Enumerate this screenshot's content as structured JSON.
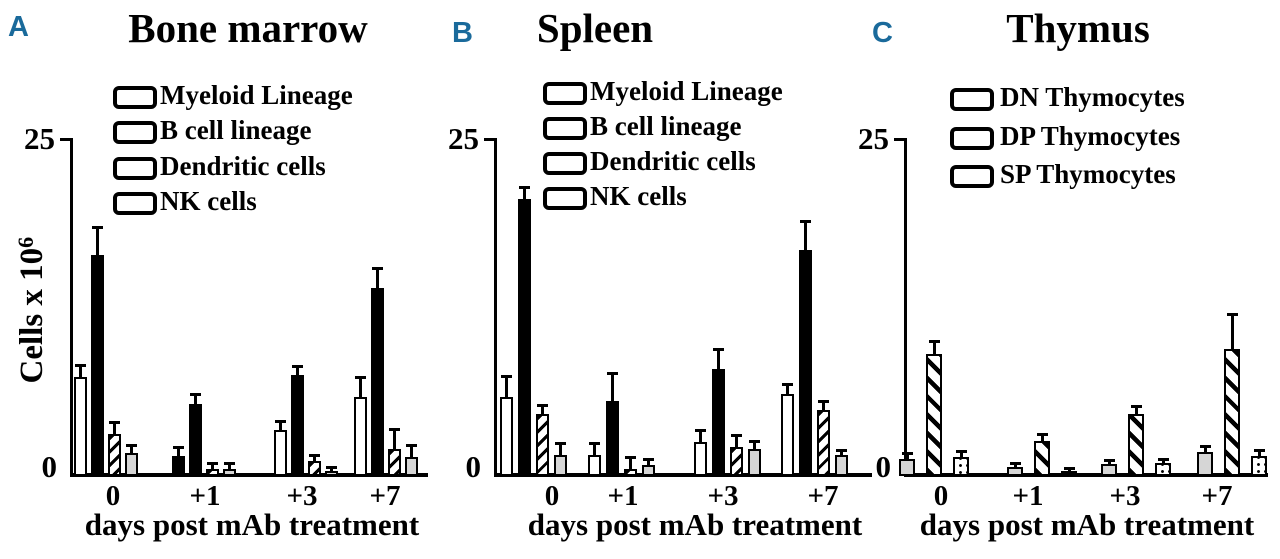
{
  "figure": {
    "background": "#ffffff",
    "panel_letter_color": "#1a6a9b",
    "fill_overrides": [
      {
        "panel": 0,
        "series": 0,
        "index": 1,
        "fill": "black"
      },
      {
        "panel": 2,
        "series": 2,
        "index": 1,
        "fill": "black"
      }
    ]
  },
  "chart_data": [
    {
      "type": "bar",
      "letter": "A",
      "title": "Bone marrow",
      "ylabel": {
        "base": "Cells x 10",
        "sup": "6"
      },
      "ylim": [
        0,
        25
      ],
      "yticks": [
        "25",
        "0"
      ],
      "grid": false,
      "legend_position": "top-inside",
      "xlabel": "days post mAb treatment",
      "categories": [
        "0",
        "+1",
        "+3",
        "+7"
      ],
      "series": [
        {
          "name": "Myeloid Lineage",
          "pattern": "white",
          "values": [
            7.4,
            1.5,
            3.4,
            5.9
          ],
          "errors": [
            0.8,
            0.6,
            0.6,
            1.4
          ]
        },
        {
          "name": "B cell lineage",
          "pattern": "black",
          "values": [
            16.5,
            5.4,
            7.5,
            14.0
          ],
          "errors": [
            2.0,
            0.7,
            0.6,
            1.4
          ]
        },
        {
          "name": "Dendritic cells",
          "pattern": "hatch-fwd",
          "values": [
            3.1,
            0.5,
            1.1,
            2.0
          ],
          "errors": [
            0.8,
            0.4,
            0.4,
            1.4
          ]
        },
        {
          "name": "NK cells",
          "pattern": "gray",
          "values": [
            1.7,
            0.5,
            0.4,
            1.4
          ],
          "errors": [
            0.5,
            0.4,
            0.2,
            0.8
          ]
        }
      ]
    },
    {
      "type": "bar",
      "letter": "B",
      "title": "Spleen",
      "ylim": [
        0,
        25
      ],
      "yticks": [
        "25",
        "0"
      ],
      "grid": false,
      "legend_position": "top-inside",
      "xlabel": "days post mAb treatment",
      "categories": [
        "0",
        "+1",
        "+3",
        "+7"
      ],
      "series": [
        {
          "name": "Myeloid Lineage",
          "pattern": "white",
          "values": [
            5.9,
            1.6,
            2.5,
            6.1
          ],
          "errors": [
            1.5,
            0.8,
            0.8,
            0.7
          ]
        },
        {
          "name": "B cell lineage",
          "pattern": "black",
          "values": [
            20.7,
            5.6,
            8.0,
            16.9
          ],
          "errors": [
            0.8,
            2.0,
            1.4,
            2.1
          ]
        },
        {
          "name": "Dendritic cells",
          "pattern": "hatch-fwd",
          "values": [
            4.6,
            0.5,
            2.2,
            4.9
          ],
          "errors": [
            0.6,
            0.8,
            0.8,
            0.6
          ]
        },
        {
          "name": "NK cells",
          "pattern": "gray",
          "values": [
            1.6,
            0.8,
            2.0,
            1.6
          ],
          "errors": [
            0.8,
            0.4,
            0.5,
            0.3
          ]
        }
      ]
    },
    {
      "type": "bar",
      "letter": "C",
      "title": "Thymus",
      "ylim": [
        0,
        25
      ],
      "yticks": [
        "25",
        "0"
      ],
      "grid": false,
      "legend_position": "top-inside",
      "xlabel": "days post mAb treatment",
      "categories": [
        "0",
        "+1",
        "+3",
        "+7"
      ],
      "series": [
        {
          "name": "DN Thymocytes",
          "pattern": "gray",
          "values": [
            1.3,
            0.7,
            0.9,
            1.8
          ],
          "errors": [
            0.4,
            0.25,
            0.25,
            0.4
          ]
        },
        {
          "name": "DP Thymocytes",
          "pattern": "hatch-back",
          "values": [
            9.1,
            2.6,
            4.6,
            9.5
          ],
          "errors": [
            0.9,
            0.45,
            0.5,
            2.5
          ]
        },
        {
          "name": "SP Thymocytes",
          "pattern": "dots",
          "values": [
            1.4,
            0.4,
            1.0,
            1.5
          ],
          "errors": [
            0.35,
            0.15,
            0.25,
            0.35
          ]
        }
      ]
    }
  ]
}
